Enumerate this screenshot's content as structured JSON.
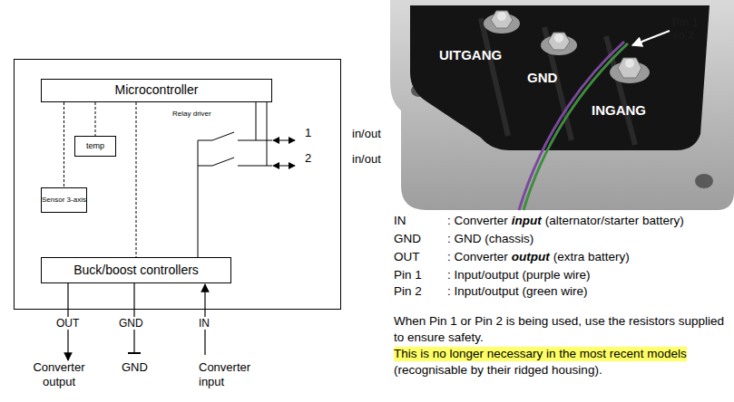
{
  "diagram": {
    "nodes": [
      {
        "text": [
          "Microcontroller"
        ]
      },
      {
        "text": [
          "temp"
        ]
      },
      {
        "text": [
          "Sensor 3-axis"
        ]
      },
      {
        "text": [
          "Buck/boost controllers"
        ]
      }
    ],
    "edges": [
      {
        "from": 0,
        "to": 1,
        "arrow": "none"
      },
      {
        "from": 0,
        "to": 2,
        "arrow": "none"
      },
      {
        "from": 0,
        "to": 3,
        "arrow": "none"
      }
    ],
    "labels": [
      "Relay driver",
      "1",
      "in/out",
      "2",
      "in/out",
      "OUT",
      "GND",
      "IN",
      "Converter output",
      "GND",
      "Converter input",
      "UITGANG",
      "GND",
      "INGANG",
      "Pin 1 en 2",
      "IN",
      ": Converter",
      "input",
      "(alternator/starter battery)",
      "GND",
      ": GND (chassis)",
      "OUT",
      ": Converter",
      "output",
      "(extra battery)",
      "Pin 1",
      ": Input/output (purple wire)",
      "Pin 2",
      ": Input/output (green wire)",
      "When Pin 1 or Pin 2 is being used, use the resistors supplied to ensure safety.",
      "This is no longer necessary in the most recent models",
      "(recognisable by their ridged housing)."
    ]
  }
}
